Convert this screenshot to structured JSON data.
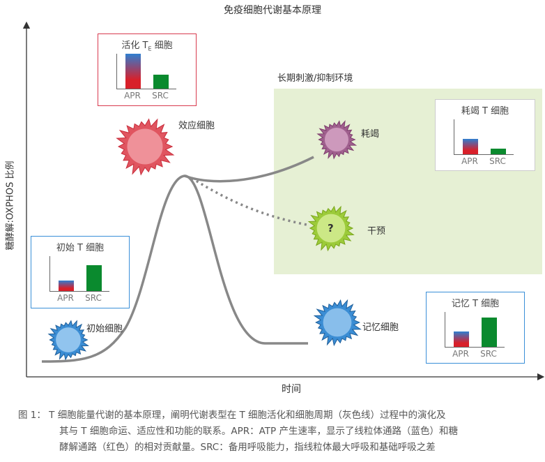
{
  "title": "免疫细胞代谢基本原理",
  "y_axis_label": "糖酵解:OXPHOS 比例",
  "x_axis_label": "时间",
  "environment_label": "长期刺激/抑制环境",
  "cells": {
    "effector": "效应细胞",
    "exhausted": "耗竭",
    "interference": "干预",
    "interference_mark": "?",
    "memory": "记忆细胞",
    "naive": "初始细胞"
  },
  "boxes": [
    {
      "key": "active",
      "title": "活化 T",
      "subscript": "E",
      "title_suffix": " 细胞",
      "apr": 1.0,
      "src": 0.4,
      "apr_label": "APR",
      "src_label": "SRC",
      "border": "#d83a4e"
    },
    {
      "key": "naive",
      "title": "初始 T 细胞",
      "apr": 0.3,
      "src": 0.75,
      "apr_label": "APR",
      "src_label": "SRC",
      "border": "#3a8fd8"
    },
    {
      "key": "exhausted",
      "title": "耗竭 T 细胞",
      "apr": 0.45,
      "src": 0.17,
      "apr_label": "APR",
      "src_label": "SRC",
      "border": "#cccccc"
    },
    {
      "key": "memory",
      "title": "记忆 T 细胞",
      "apr": 0.45,
      "src": 0.85,
      "apr_label": "APR",
      "src_label": "SRC",
      "border": "#3a8fd8"
    }
  ],
  "colors": {
    "environment": "#e6f0d4",
    "src_bar": "#0a8a2e",
    "apr_top": "#2f7fd0",
    "apr_bottom": "#d8202a",
    "curve": "#888888"
  },
  "caption": {
    "line1": "图 1： T 细胞能量代谢的基本原理，阐明代谢表型在 T 细胞活化和细胞周期（灰色线）过程中的演化及",
    "line2": "其与 T 细胞命运、适应性和功能的联系。APR：ATP 产生速率，显示了线粒体通路（蓝色）和糖",
    "line3": "酵解通路（红色）的相对贡献量。SRC：备用呼吸能力，指线粒体最大呼吸和基础呼吸之差"
  }
}
